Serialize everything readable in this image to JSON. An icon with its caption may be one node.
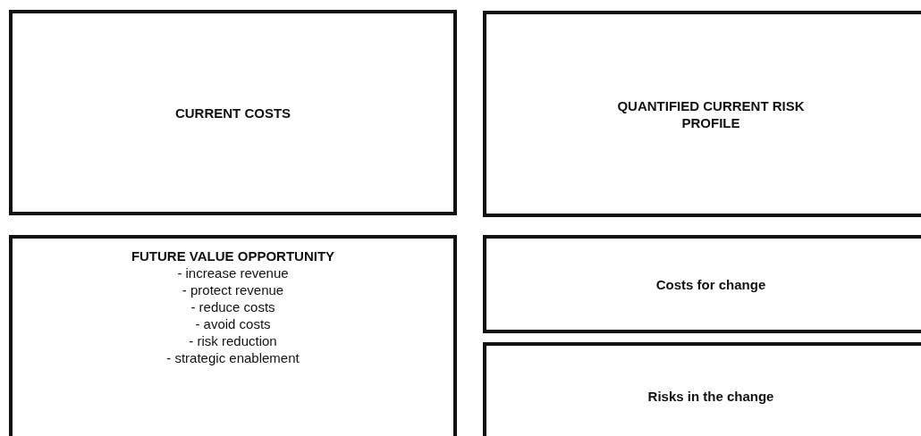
{
  "diagram": {
    "nodes": [
      {
        "text": [
          "CURRENT COSTS"
        ]
      },
      {
        "text": [
          "QUANTIFIED CURRENT RISK PROFILE"
        ]
      },
      {
        "text": [
          "FUTURE VALUE OPPORTUNITY",
          "- increase revenue",
          "- protect revenue",
          "- reduce costs",
          "- avoid costs",
          "- risk reduction",
          "- strategic enablement"
        ]
      },
      {
        "text": [
          "Costs for change"
        ]
      },
      {
        "text": [
          "Risks in the change"
        ]
      }
    ]
  }
}
